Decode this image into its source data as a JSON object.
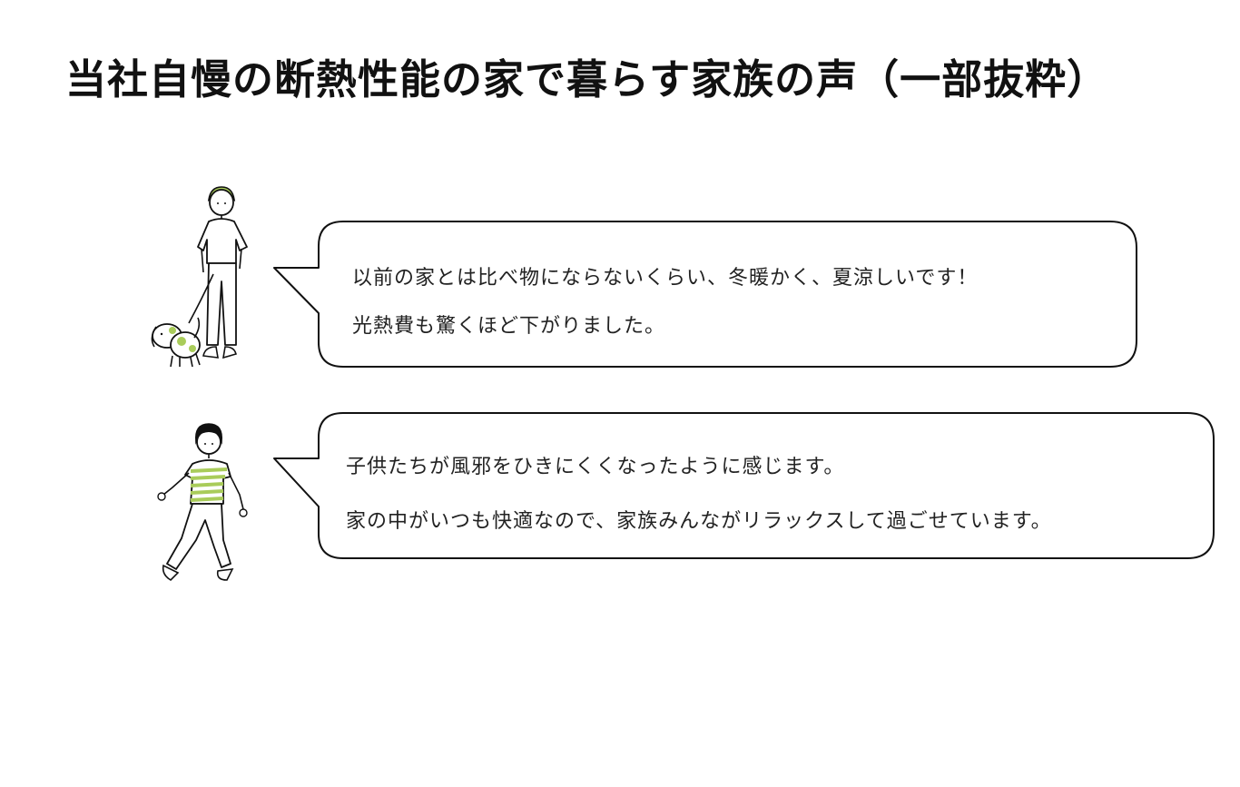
{
  "title": "当社自慢の断熱性能の家で暮らす家族の声（一部抜粋）",
  "accent_color": "#a9cc5a",
  "line_color": "#111111",
  "testimonials": [
    {
      "illustration": "man-walking-dog-icon",
      "lines": [
        "以前の家とは比べ物にならないくらい、冬暖かく、夏涼しいです！",
        "光熱費も驚くほど下がりました。"
      ]
    },
    {
      "illustration": "woman-walking-icon",
      "lines": [
        "子供たちが風邪をひきにくくなったように感じます。",
        "家の中がいつも快適なので、家族みんながリラックスして過ごせています。"
      ]
    }
  ]
}
